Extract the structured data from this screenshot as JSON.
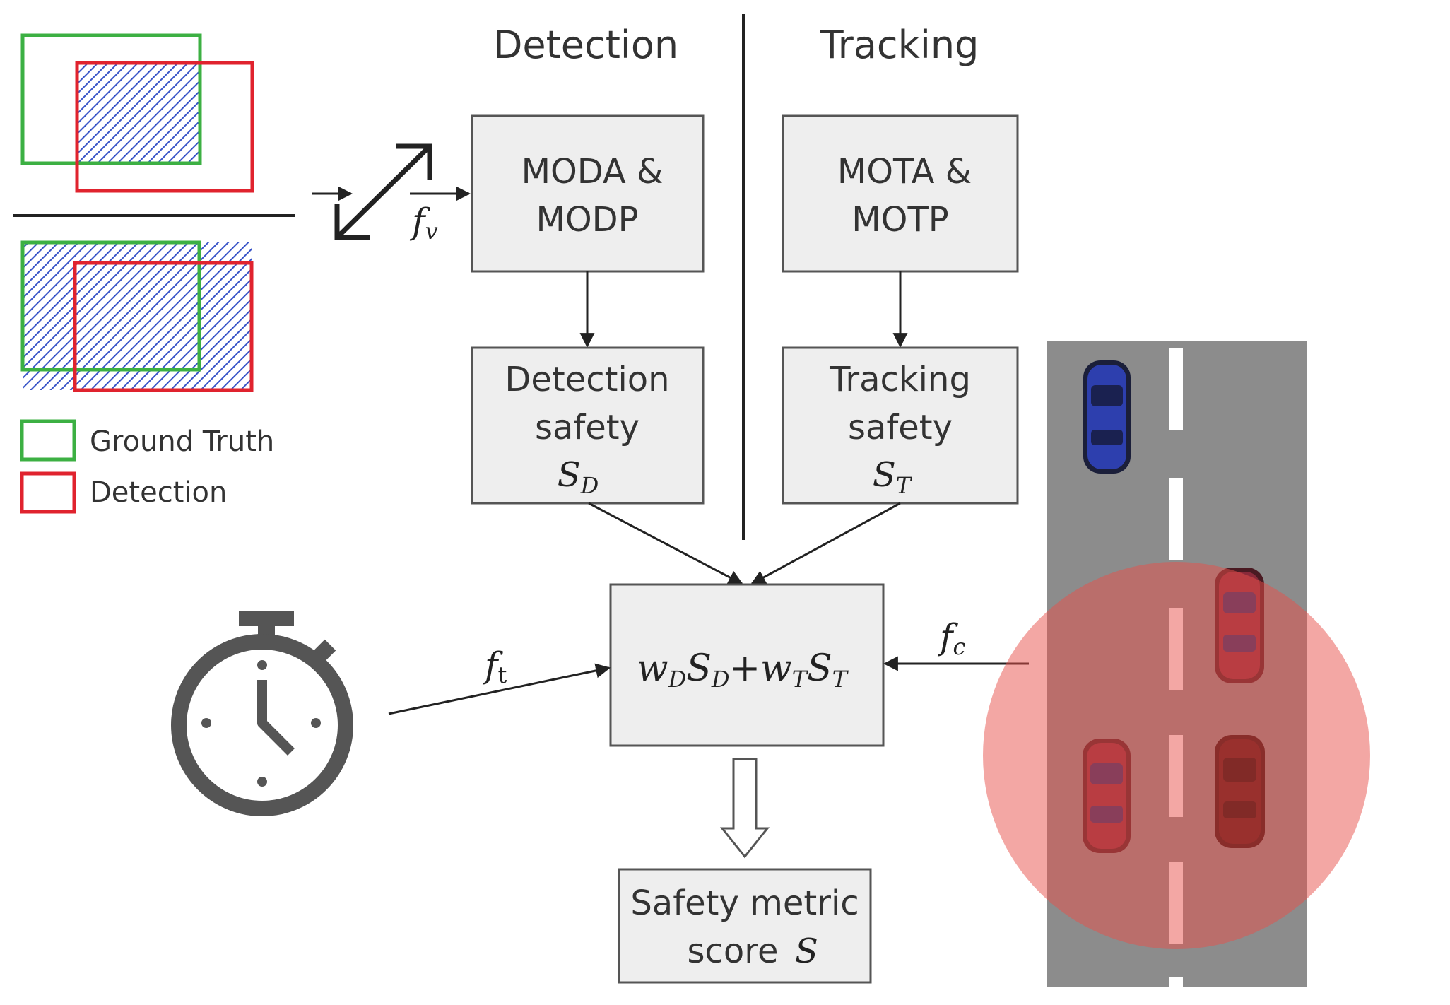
{
  "headers": {
    "detection": "Detection",
    "tracking": "Tracking"
  },
  "boxes": {
    "moda": [
      "MODA &",
      "MODP"
    ],
    "mota": [
      "MOTA &",
      "MOTP"
    ],
    "det_safety": [
      "Detection",
      "safety"
    ],
    "trk_safety": [
      "Tracking",
      "safety"
    ],
    "det_symbol": {
      "main": "S",
      "sub": "D"
    },
    "trk_symbol": {
      "main": "S",
      "sub": "T"
    },
    "combine": {
      "w1": "w",
      "w1sub": "D",
      "s1": "S",
      "s1sub": "D",
      "plus": "+",
      "w2": "w",
      "w2sub": "T",
      "s2": "S",
      "s2sub": "T"
    },
    "final": [
      "Safety metric",
      "score"
    ],
    "final_symbol": "S"
  },
  "factors": {
    "fv": {
      "main": "f",
      "sub": "v"
    },
    "ft": {
      "main": "f",
      "sub": "t"
    },
    "fc": {
      "main": "f",
      "sub": "c"
    }
  },
  "legend": {
    "ground_truth": "Ground Truth",
    "detection": "Detection"
  },
  "colors": {
    "ground_truth": "#3cb043",
    "detection": "#e0232e",
    "hatch": "#3a55c8",
    "box_fill": "#eeeeee",
    "road": "#8c8c8c",
    "danger_zone": "#e8504a",
    "car_blue": "#2d3fae",
    "car_red": "#8a2a3a",
    "car_dark": "#4a1010"
  }
}
